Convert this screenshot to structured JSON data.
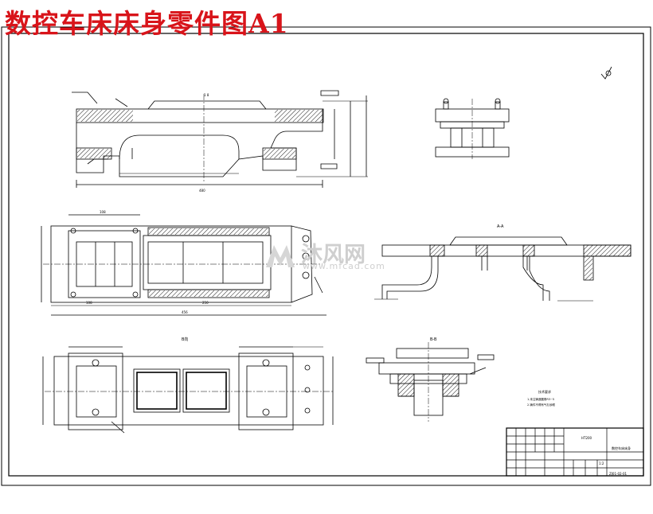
{
  "title": "数控车床床身零件图A1",
  "watermark": {
    "main": "沐风网",
    "sub": "www.mfcad.com"
  },
  "views": {
    "section_aa": "A-A",
    "section_bb": "B-B",
    "view_label": "B向"
  },
  "dimensions": {
    "front_overall": "480",
    "top_overall": "456",
    "top_part1": "108",
    "top_part2": "250",
    "top_width": "108"
  },
  "notes": {
    "heading": "技术要求",
    "item1": "1.未注铸造圆角R3~5",
    "item2": "2.铸件不得有气孔砂眼"
  },
  "title_block": {
    "part_name": "数控车床床身",
    "material": "HT200",
    "drawing_no": "ZJ01-02-01",
    "scale": "1:2"
  }
}
